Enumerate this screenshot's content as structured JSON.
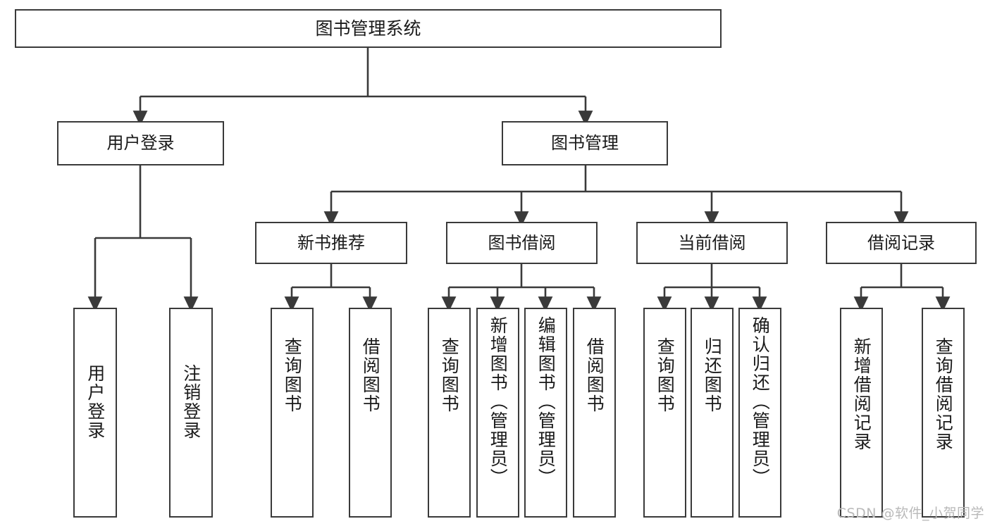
{
  "diagram": {
    "title": "图书管理系统",
    "type": "tree-hierarchy-flowchart",
    "colors": {
      "stroke": "#3a3a3a",
      "fill": "#ffffff",
      "text": "#1a1a1a",
      "watermark": "#b9b9b9"
    },
    "root": {
      "label": "图书管理系统"
    },
    "level1": [
      {
        "label": "用户登录"
      },
      {
        "label": "图书管理"
      }
    ],
    "level2": [
      {
        "label": "新书推荐"
      },
      {
        "label": "图书借阅"
      },
      {
        "label": "当前借阅"
      },
      {
        "label": "借阅记录"
      }
    ],
    "leaves": {
      "user_login": [
        {
          "label": "用户登录"
        },
        {
          "label": "注销登录"
        }
      ],
      "new_book_recommend": [
        {
          "label": "查询图书"
        },
        {
          "label": "借阅图书"
        }
      ],
      "book_borrow": [
        {
          "label": "查询图书"
        },
        {
          "label": "新增图书（管理员）"
        },
        {
          "label": "编辑图书（管理员）"
        },
        {
          "label": "借阅图书"
        }
      ],
      "current_borrow": [
        {
          "label": "查询图书"
        },
        {
          "label": "归还图书"
        },
        {
          "label": "确认归还（管理员）"
        }
      ],
      "borrow_record": [
        {
          "label": "新增借阅记录"
        },
        {
          "label": "查询借阅记录"
        }
      ]
    }
  },
  "watermark": {
    "text": "CSDN @软件_小贺同学"
  }
}
